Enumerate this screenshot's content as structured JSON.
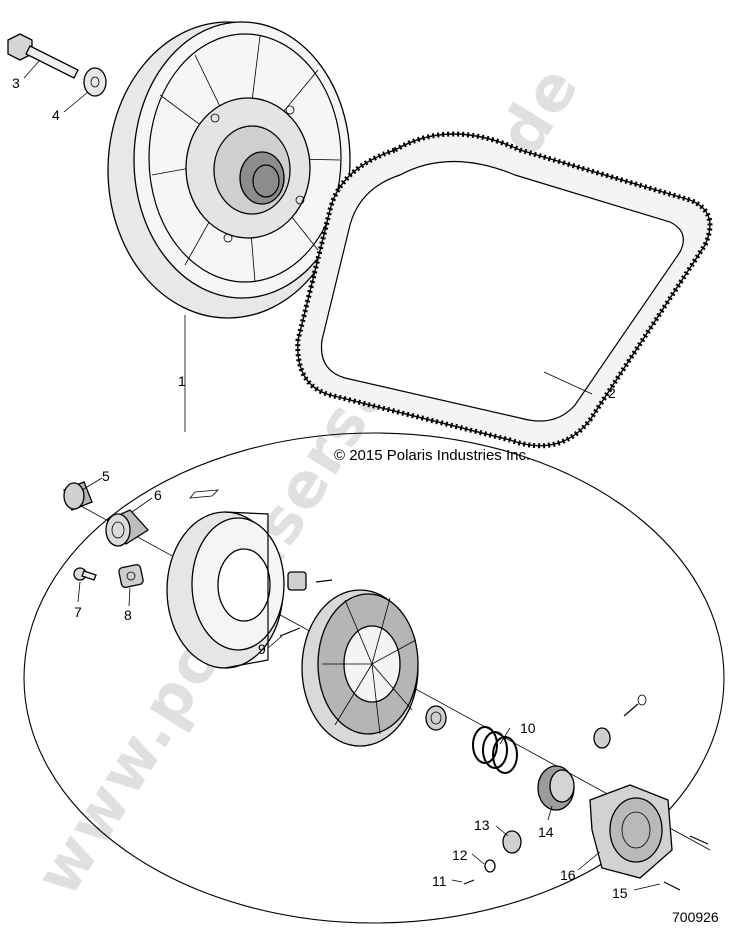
{
  "diagram": {
    "copyright": "© 2015 Polaris Industries Inc.",
    "figure_number": "700926",
    "watermark": "www.polarisersatzteile.de",
    "callouts": [
      "1",
      "2",
      "3",
      "4",
      "5",
      "6",
      "7",
      "8",
      "9",
      "10",
      "11",
      "12",
      "13",
      "14",
      "15",
      "16"
    ]
  },
  "colors": {
    "line": "#000000",
    "shade_dark": "#555555",
    "shade_mid": "#9a9a9a",
    "shade_light": "#d9d9d9",
    "watermark": "#c8c8c8"
  }
}
